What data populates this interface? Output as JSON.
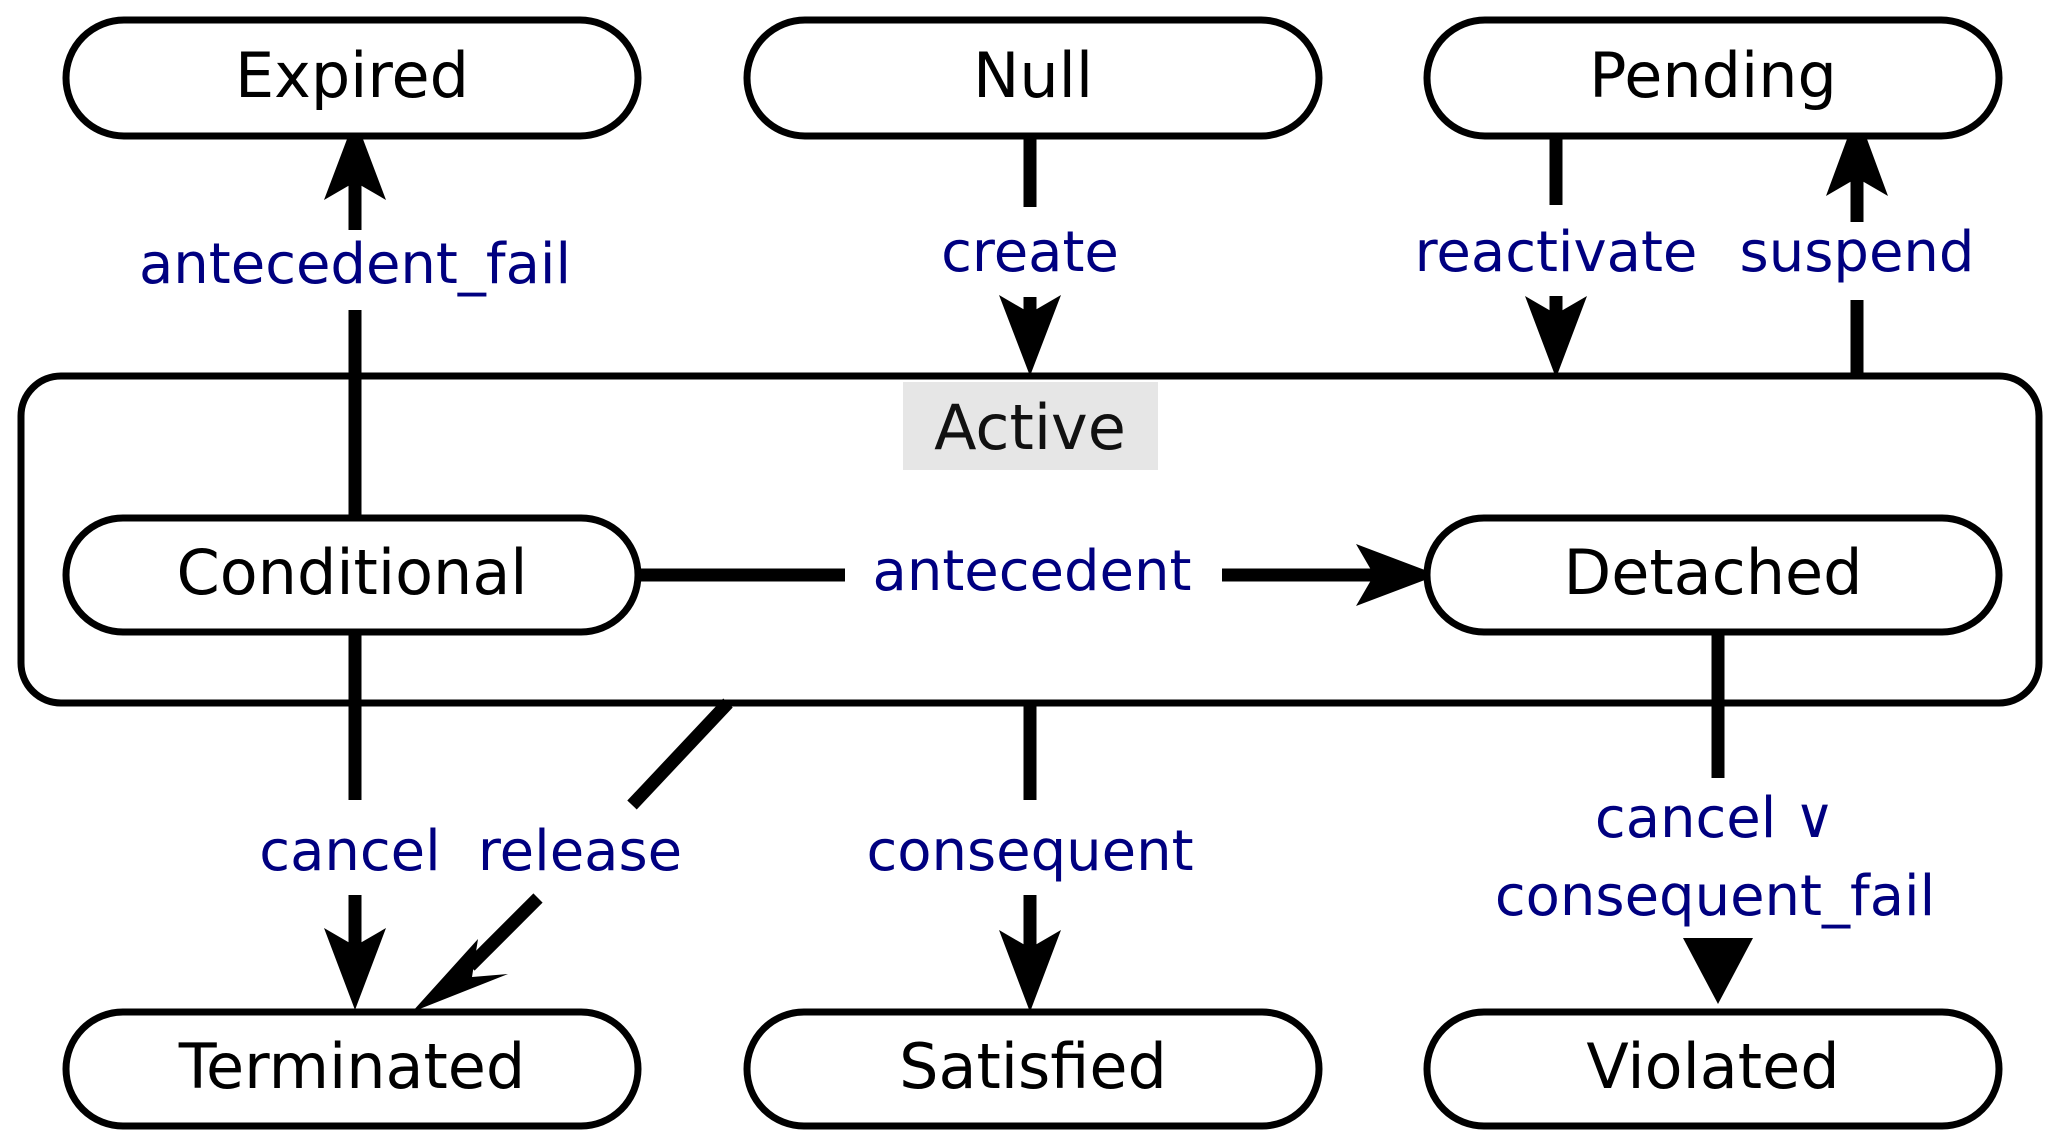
{
  "diagram": {
    "type": "state-transition-diagram",
    "title": "",
    "palette": {
      "node_border": "#000000",
      "node_fill": "#ffffff",
      "edge": "#000000",
      "edge_label": "#000080",
      "region_label_bg": "#e6e6e6",
      "background": "#ffffff"
    },
    "states": [
      {
        "id": "expired",
        "label": "Expired",
        "row": "top",
        "col": "left"
      },
      {
        "id": "null",
        "label": "Null",
        "row": "top",
        "col": "center"
      },
      {
        "id": "pending",
        "label": "Pending",
        "row": "top",
        "col": "right"
      },
      {
        "id": "conditional",
        "label": "Conditional",
        "row": "middle",
        "col": "left",
        "parent": "active"
      },
      {
        "id": "detached",
        "label": "Detached",
        "row": "middle",
        "col": "right",
        "parent": "active"
      },
      {
        "id": "terminated",
        "label": "Terminated",
        "row": "bottom",
        "col": "left"
      },
      {
        "id": "satisfied",
        "label": "Satisfied",
        "row": "bottom",
        "col": "center"
      },
      {
        "id": "violated",
        "label": "Violated",
        "row": "bottom",
        "col": "right"
      }
    ],
    "regions": [
      {
        "id": "active",
        "label": "Active",
        "contains": [
          "conditional",
          "detached"
        ]
      }
    ],
    "transitions": [
      {
        "id": "t-antecedent-fail",
        "label": "antecedent_fail",
        "from": "conditional",
        "to": "expired",
        "direction": "up"
      },
      {
        "id": "t-create",
        "label": "create",
        "from": "null",
        "to": "active",
        "direction": "down"
      },
      {
        "id": "t-reactivate",
        "label": "reactivate",
        "from": "pending",
        "to": "active",
        "direction": "down"
      },
      {
        "id": "t-suspend",
        "label": "suspend",
        "from": "active",
        "to": "pending",
        "direction": "up"
      },
      {
        "id": "t-antecedent",
        "label": "antecedent",
        "from": "conditional",
        "to": "detached",
        "direction": "right"
      },
      {
        "id": "t-cancel",
        "label": "cancel",
        "from": "conditional",
        "to": "terminated",
        "direction": "down"
      },
      {
        "id": "t-release",
        "label": "release",
        "from": "active",
        "to": "terminated",
        "direction": "down-left"
      },
      {
        "id": "t-consequent",
        "label": "consequent",
        "from": "active",
        "to": "satisfied",
        "direction": "down"
      },
      {
        "id": "t-cancel-or-fail",
        "label": "cancel ∨\nconsequent_fail",
        "label_line1": "cancel ∨",
        "label_line2": "consequent_fail",
        "from": "detached",
        "to": "violated",
        "direction": "down"
      }
    ]
  }
}
